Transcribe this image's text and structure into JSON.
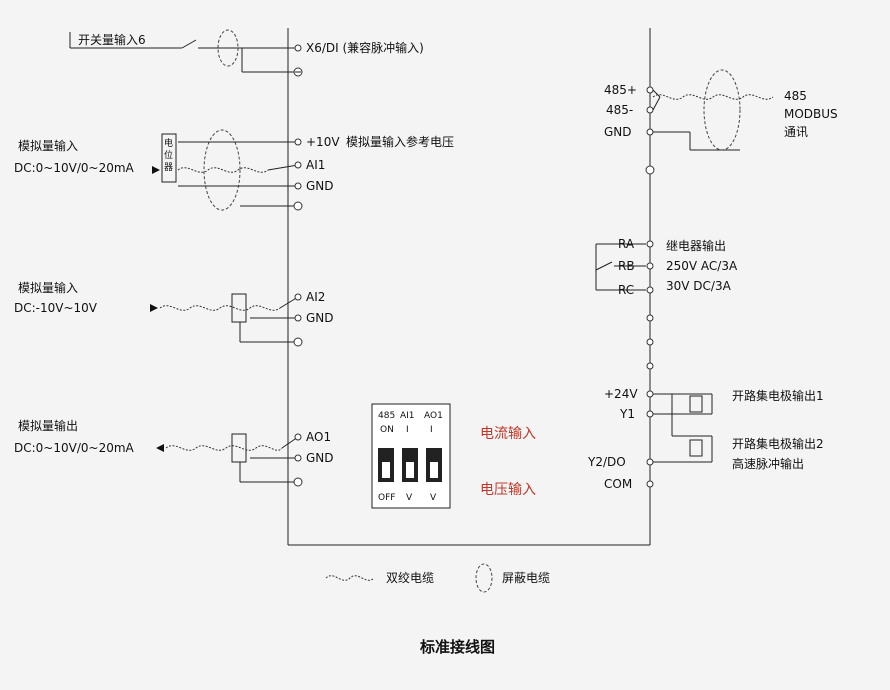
{
  "left": {
    "switch_input_label": "开关量输入6",
    "x6_label": "X6/DI (兼容脉冲输入)",
    "analog_in1_title": "模拟量输入",
    "analog_in1_range": "DC:0~10V/0~20mA",
    "pot_label": "电位器",
    "plus10v_label": "+10V",
    "plus10v_desc": "模拟量输入参考电压",
    "ai1_label": "AI1",
    "gnd1_label": "GND",
    "analog_in2_title": "模拟量输入",
    "analog_in2_range": "DC:-10V~10V",
    "ai2_label": "AI2",
    "gnd2_label": "GND",
    "analog_out_title": "模拟量输出",
    "analog_out_range": "DC:0~10V/0~20mA",
    "ao1_label": "AO1",
    "gnd3_label": "GND"
  },
  "dip": {
    "headers": [
      "485",
      "AI1",
      "AO1"
    ],
    "top_row": [
      "ON",
      "I",
      "I"
    ],
    "bottom_row": [
      "OFF",
      "V",
      "V"
    ],
    "current_label": "电流输入",
    "voltage_label": "电压输入"
  },
  "right": {
    "t485p": "485+",
    "t485n": "485-",
    "gnd": "GND",
    "modbus_1": "485",
    "modbus_2": "MODBUS",
    "modbus_3": "通讯",
    "ra": "RA",
    "rb": "RB",
    "rc": "RC",
    "relay_1": "继电器输出",
    "relay_2": "250V AC/3A",
    "relay_3": "30V  DC/3A",
    "p24v": "+24V",
    "y1": "Y1",
    "y2do": "Y2/DO",
    "com": "COM",
    "oc1": "开路集电极输出1",
    "oc2": "开路集电极输出2",
    "hs_pulse": "高速脉冲输出"
  },
  "legend": {
    "twisted": "双绞电缆",
    "shielded": "屏蔽电缆"
  },
  "title": "标准接线图"
}
